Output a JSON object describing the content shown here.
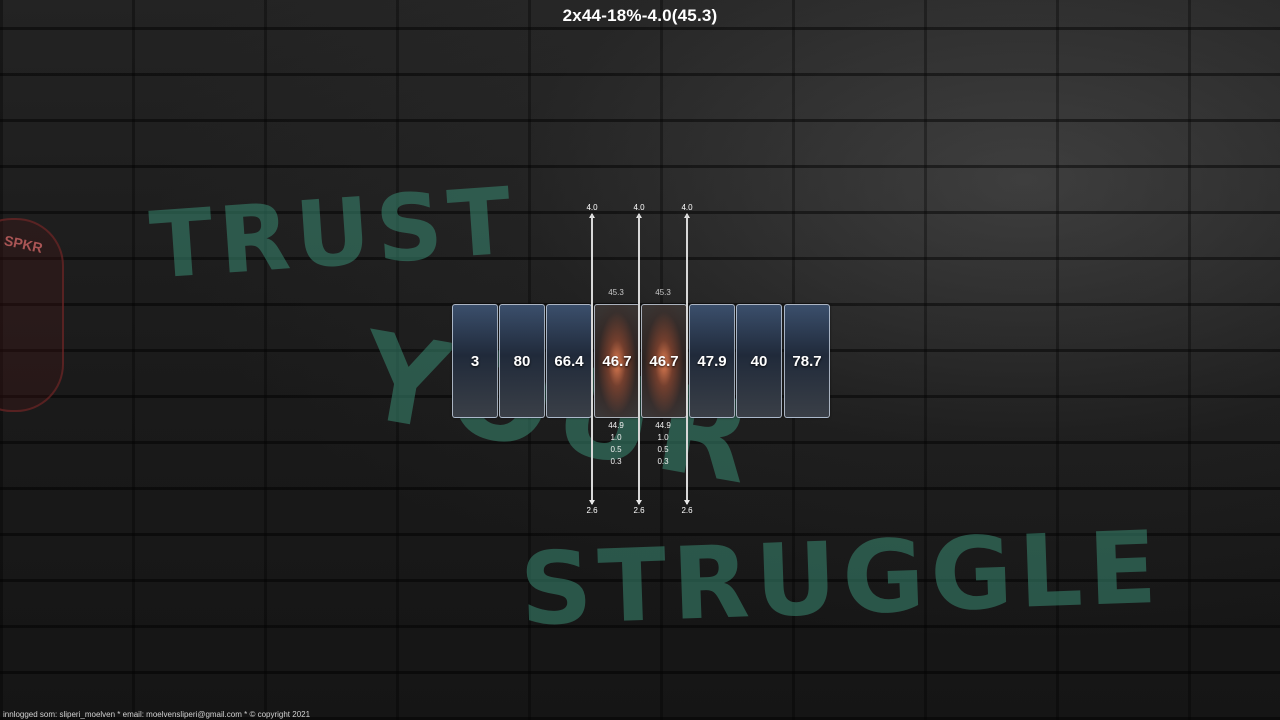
{
  "header": {
    "title": "2x44-18%-4.0(45.3)"
  },
  "badge": {
    "text": "SPKR"
  },
  "cards": [
    {
      "value": "3",
      "highlight": false
    },
    {
      "value": "80",
      "highlight": false
    },
    {
      "value": "66.4",
      "highlight": false
    },
    {
      "value": "46.7",
      "highlight": true,
      "above": "45.3",
      "below": [
        "44.9",
        "1.0",
        "0.5",
        "0.3"
      ]
    },
    {
      "value": "46.7",
      "highlight": true,
      "above": "45.3",
      "below": [
        "44.9",
        "1.0",
        "0.5",
        "0.3"
      ]
    },
    {
      "value": "47.9",
      "highlight": false
    },
    {
      "value": "40",
      "highlight": false
    },
    {
      "value": "78.7",
      "highlight": false
    }
  ],
  "sliders": [
    {
      "top": "4.0",
      "bottom": "2.6"
    },
    {
      "top": "4.0",
      "bottom": "2.6"
    },
    {
      "top": "4.0",
      "bottom": "2.6"
    }
  ],
  "footer": {
    "text": "innlogged som: sliperi_moelven * email: moelvensliperi@gmail.com * © copyright 2021"
  },
  "colors": {
    "graffiti": "#3a8a72",
    "card_top": "#3b4f6c",
    "highlight": "#ff8c5a"
  }
}
